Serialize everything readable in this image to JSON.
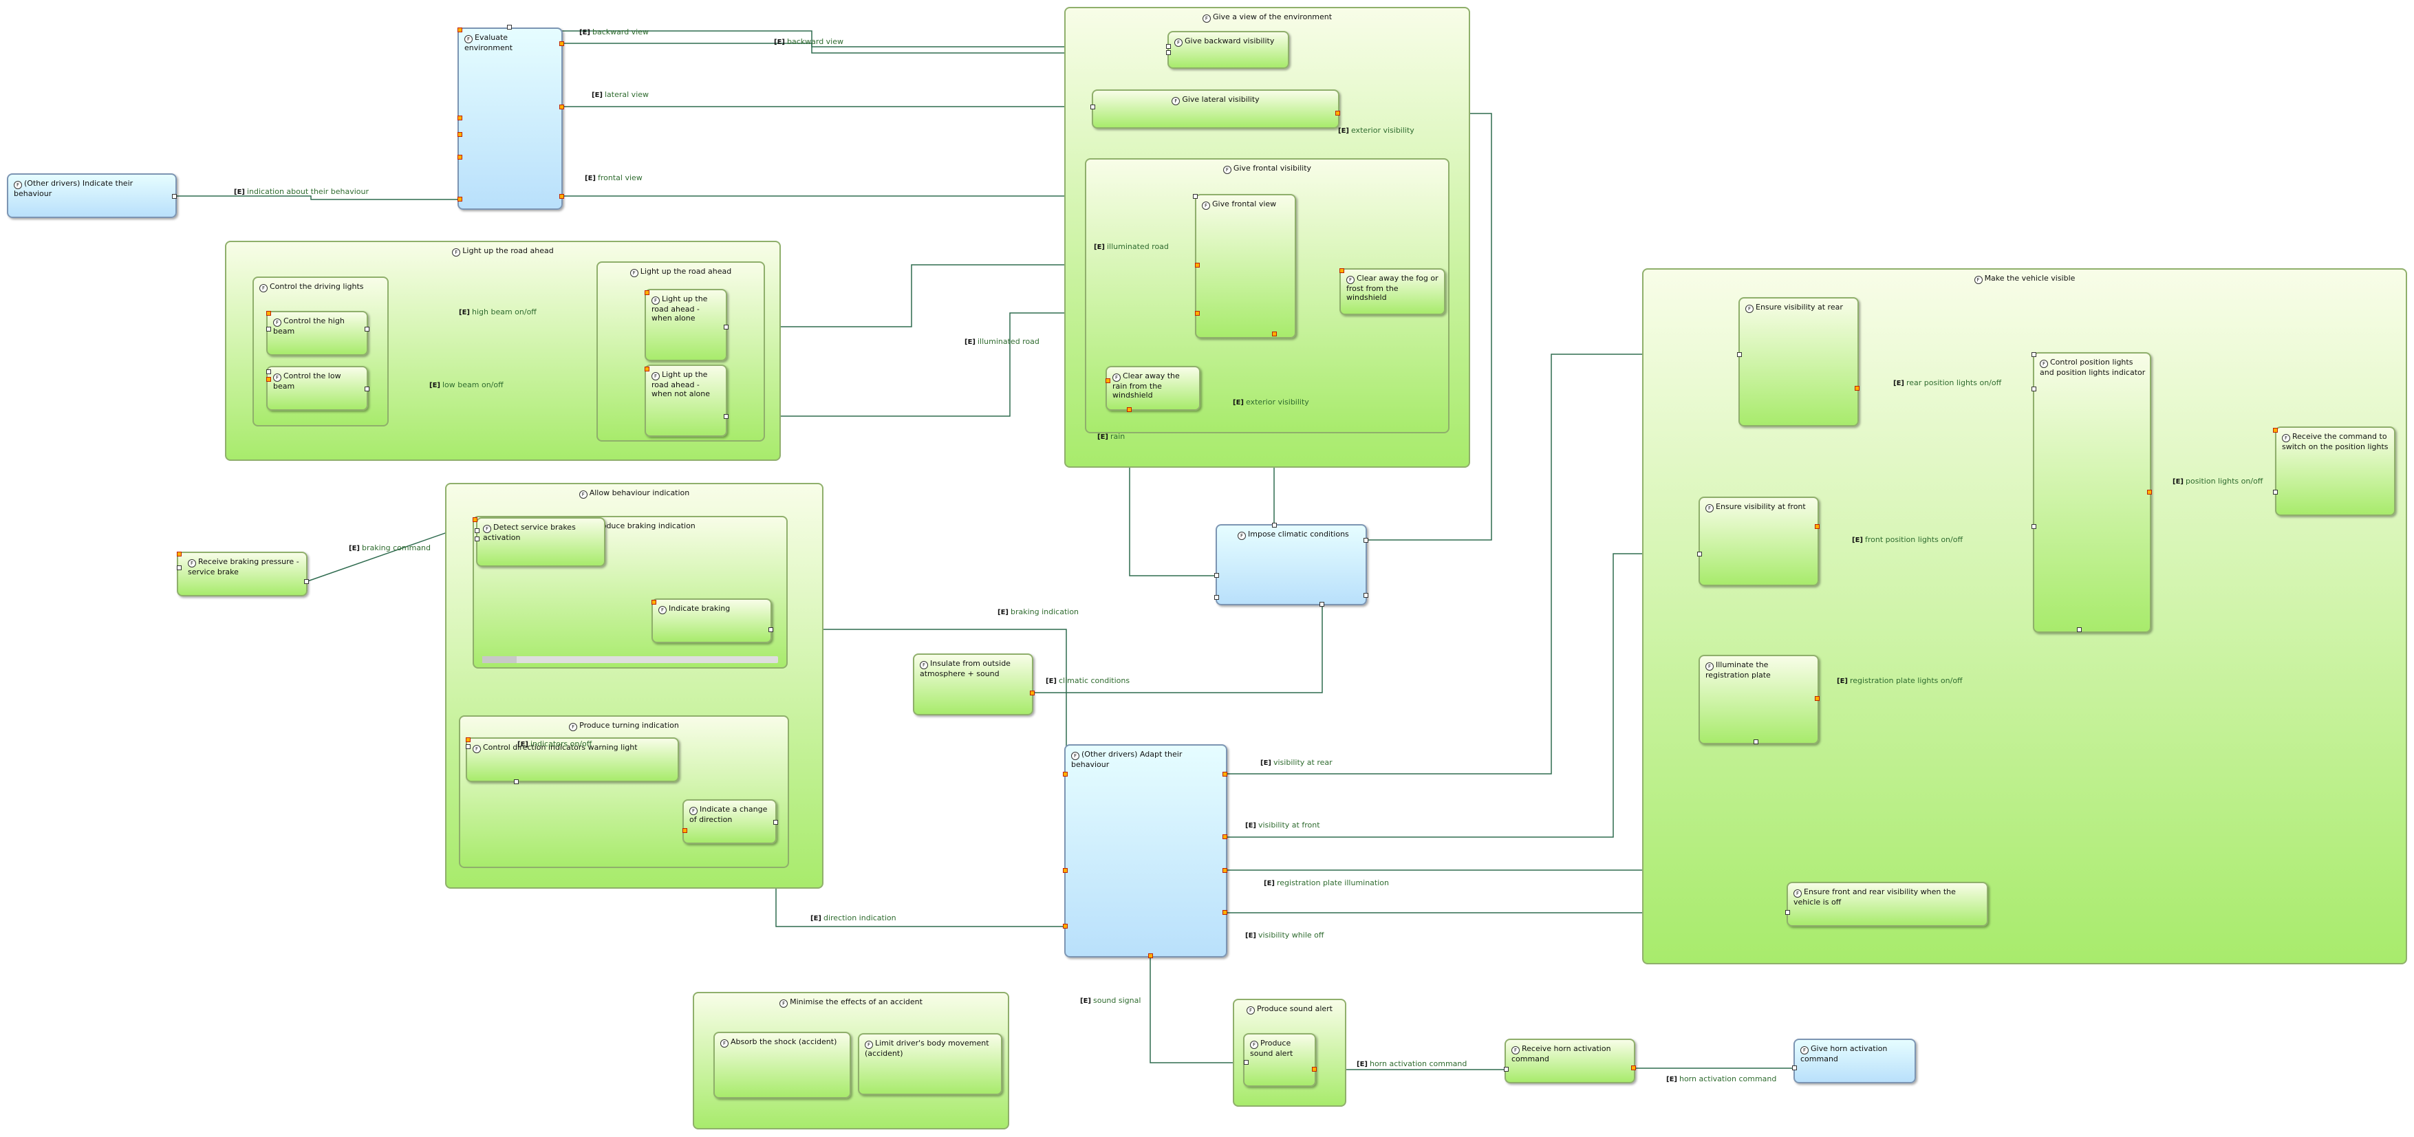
{
  "colors": {
    "function_fill": "#a8eb6c",
    "actor_fill": "#b9e0fb",
    "exchange": "#2f6b4f",
    "output_port": "#ffb000"
  },
  "icon": "function-icon",
  "edge_tag": "[E]",
  "nodes": {
    "other_drivers_indicate": "(Other drivers) Indicate their behaviour",
    "evaluate_environment": "Evaluate environment",
    "give_view": "Give a view of the environment",
    "give_backward": "Give backward visibility",
    "give_lateral": "Give lateral visibility",
    "give_frontal_group": "Give frontal visibility",
    "give_frontal_view": "Give frontal view",
    "clear_fog": "Clear away the fog or frost from the windshield",
    "clear_rain": "Clear away the rain from the windshield",
    "light_up_group": "Light up the road ahead",
    "control_driving_lights": "Control the driving lights",
    "control_high_beam": "Control the high beam",
    "control_low_beam": "Control the low beam",
    "light_up_inner": "Light up the road ahead",
    "light_alone": "Light up the road ahead - when alone",
    "light_not_alone": "Light up the road ahead - when not alone",
    "allow_behaviour": "Allow behaviour indication",
    "braking_group": "Produce braking indication",
    "detect_brakes": "Detect service brakes activation",
    "indicate_braking": "Indicate braking",
    "produce_turning": "Produce turning indication",
    "control_direction": "Control direction indicators warning light",
    "indicate_change": "Indicate a change of direction",
    "receive_braking": "Receive braking pressure - service brake",
    "impose_climatic": "Impose climatic conditions",
    "insulate": "Insulate from outside atmosphere + sound",
    "adapt_behaviour": "(Other drivers) Adapt their behaviour",
    "make_visible": "Make the vehicle visible",
    "ensure_rear": "Ensure visibility at rear",
    "ensure_front": "Ensure visibility at front",
    "illuminate_plate": "Illuminate the registration plate",
    "control_position": "Control position lights and position lights indicator",
    "receive_command": "Receive the command to switch on the position lights",
    "ensure_off": "Ensure front and rear visibility when the vehicle is off",
    "minimise_effects": "Minimise the effects of an accident",
    "absorb_shock": "Absorb the shock (accident)",
    "limit_movement": "Limit driver's body movement (accident)",
    "produce_sound_group": "Produce sound alert",
    "produce_sound": "Produce sound alert",
    "receive_horn": "Receive horn activation command",
    "give_horn": "Give horn activation command"
  },
  "exchanges": {
    "backward_view_1": "backward view",
    "backward_view_2": "backward view",
    "lateral_view": "lateral view",
    "exterior_visibility_1": "exterior visibility",
    "frontal_view": "frontal view",
    "indication_behaviour": "indication about their behaviour",
    "illuminated_road_1": "illuminated road",
    "high_beam": "high beam on/off",
    "low_beam": "low beam on/off",
    "illuminated_road_2": "illuminated road",
    "exterior_visibility_2": "exterior visibility",
    "rain": "rain",
    "rear_position": "rear position lights on/off",
    "position_lights": "position lights on/off",
    "front_position": "front position lights on/off",
    "plate_lights": "registration plate lights on/off",
    "braking_command": "braking command",
    "braking_indication": "braking indication",
    "climatic_conditions": "climatic conditions",
    "indicators_on_off": "indicators on/off",
    "visibility_rear": "visibility at rear",
    "visibility_front": "visibility at front",
    "plate_illumination": "registration plate illumination",
    "visibility_off": "visibility while off",
    "direction_indication": "direction indication",
    "sound_signal": "sound signal",
    "horn_command_1": "horn activation command",
    "horn_command_2": "horn activation command"
  }
}
